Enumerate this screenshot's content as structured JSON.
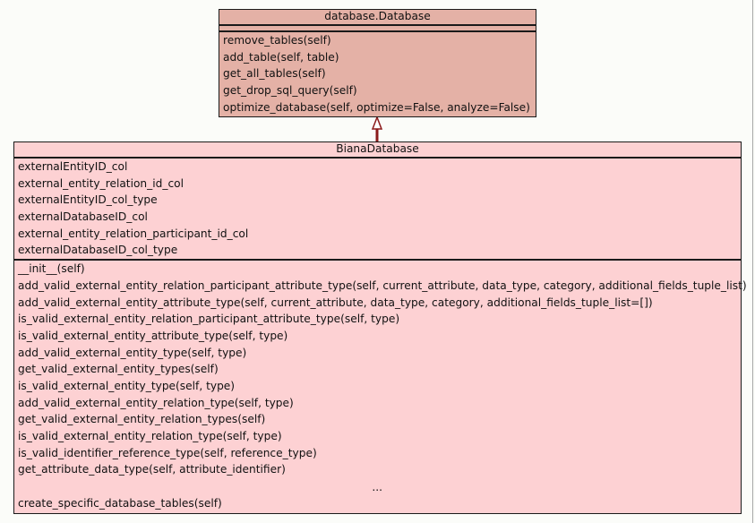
{
  "diagram": {
    "type": "uml-class-inheritance",
    "colors": {
      "base_fill": "#e4b1a6",
      "derived_fill": "#fdd1d3",
      "arrow": "#8b1a1a",
      "border": "#1a1a1a"
    },
    "base_class": {
      "name": "database.Database",
      "attributes": [],
      "methods": [
        "remove_tables(self)",
        "add_table(self, table)",
        "get_all_tables(self)",
        "get_drop_sql_query(self)",
        "optimize_database(self, optimize=False, analyze=False)"
      ]
    },
    "derived_class": {
      "name": "BianaDatabase",
      "attributes": [
        "externalEntityID_col",
        "external_entity_relation_id_col",
        "externalEntityID_col_type",
        "externalDatabaseID_col",
        "external_entity_relation_participant_id_col",
        "externalDatabaseID_col_type"
      ],
      "methods": [
        "__init__(self)",
        "add_valid_external_entity_relation_participant_attribute_type(self, current_attribute, data_type, category, additional_fields_tuple_list)",
        "add_valid_external_entity_attribute_type(self, current_attribute, data_type, category, additional_fields_tuple_list=[])",
        "is_valid_external_entity_relation_participant_attribute_type(self, type)",
        "is_valid_external_entity_attribute_type(self, type)",
        "add_valid_external_entity_type(self, type)",
        "get_valid_external_entity_types(self)",
        "is_valid_external_entity_type(self, type)",
        "add_valid_external_entity_relation_type(self, type)",
        "get_valid_external_entity_relation_types(self)",
        "is_valid_external_entity_relation_type(self, type)",
        "is_valid_identifier_reference_type(self, reference_type)",
        "get_attribute_data_type(self, attribute_identifier)"
      ],
      "ellipsis": "...",
      "methods_after_ellipsis": [
        "create_specific_database_tables(self)"
      ]
    },
    "relation": {
      "kind": "generalization",
      "from": "BianaDatabase",
      "to": "database.Database"
    }
  }
}
